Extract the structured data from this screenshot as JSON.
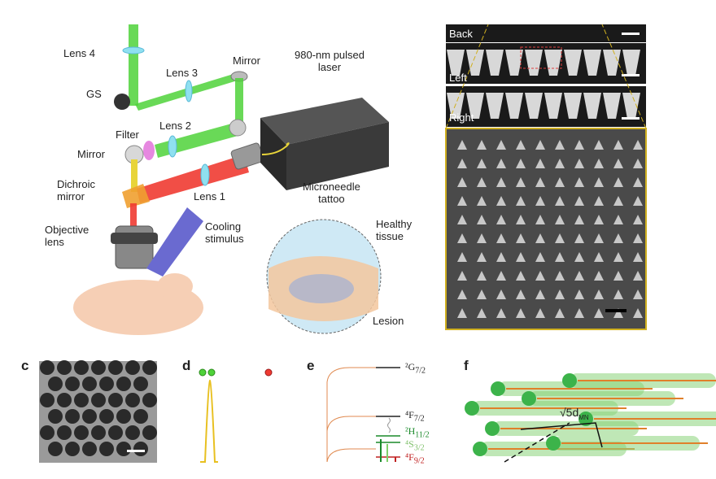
{
  "panel_a": {
    "labels": {
      "lens4": "Lens 4",
      "lens3": "Lens 3",
      "mirror_top": "Mirror",
      "laser": [
        "980-nm pulsed",
        "laser"
      ],
      "gs": "GS",
      "filter": "Filter",
      "lens2": "Lens 2",
      "mirror_left": "Mirror",
      "dichroic": [
        "Dichroic",
        "mirror"
      ],
      "lens1": "Lens 1",
      "objective": [
        "Objective",
        "lens"
      ],
      "cooling": [
        "Cooling",
        "stimulus"
      ],
      "microneedle": [
        "Microneedle",
        "tattoo"
      ],
      "healthy": [
        "Healthy",
        "tissue"
      ],
      "lesion": "Lesion"
    },
    "colors": {
      "green_beam": "#4fd23a",
      "red_beam": "#ef3b32",
      "yellow_beam": "#e8d43a",
      "laser_box": "#2a2a2a"
    }
  },
  "panel_b": {
    "labels": {
      "back": "Back",
      "left": "Left",
      "right": "Right"
    }
  },
  "panel_c": {
    "letter": "c"
  },
  "panel_d": {
    "letter": "d"
  },
  "panel_e": {
    "letter": "e",
    "levels": [
      {
        "term": "²G",
        "sub": "7/2"
      },
      {
        "term": "⁴F",
        "sub": "7/2"
      },
      {
        "term": "²H",
        "sub": "11/2"
      },
      {
        "term": "⁴S",
        "sub": "3/2"
      },
      {
        "term": "⁴F",
        "sub": "9/2"
      }
    ]
  },
  "panel_f": {
    "letter": "f",
    "formula": "√5d",
    "formula_sub": "MN"
  }
}
